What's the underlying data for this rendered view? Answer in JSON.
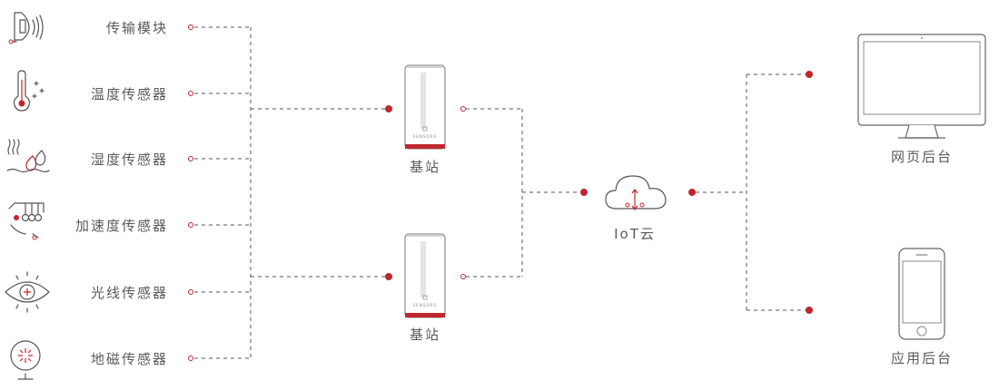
{
  "colors": {
    "accent": "#c0262d",
    "line": "#555555",
    "text": "#5a5a5a"
  },
  "sensors": [
    {
      "label": "传输模块",
      "icon": "transmission-module-icon"
    },
    {
      "label": "温度传感器",
      "icon": "thermometer-icon"
    },
    {
      "label": "湿度传感器",
      "icon": "humidity-icon"
    },
    {
      "label": "加速度传感器",
      "icon": "acceleration-icon"
    },
    {
      "label": "光线传感器",
      "icon": "eye-icon"
    },
    {
      "label": "地磁传感器",
      "icon": "globe-compass-icon"
    }
  ],
  "base_stations": [
    {
      "label": "基站",
      "brand": "SENSORO"
    },
    {
      "label": "基站",
      "brand": "SENSORO"
    }
  ],
  "cloud": {
    "label": "IoT云",
    "icon": "cloud-icon"
  },
  "backends": [
    {
      "label": "网页后台",
      "icon": "monitor-icon"
    },
    {
      "label": "应用后台",
      "icon": "smartphone-icon"
    }
  ]
}
